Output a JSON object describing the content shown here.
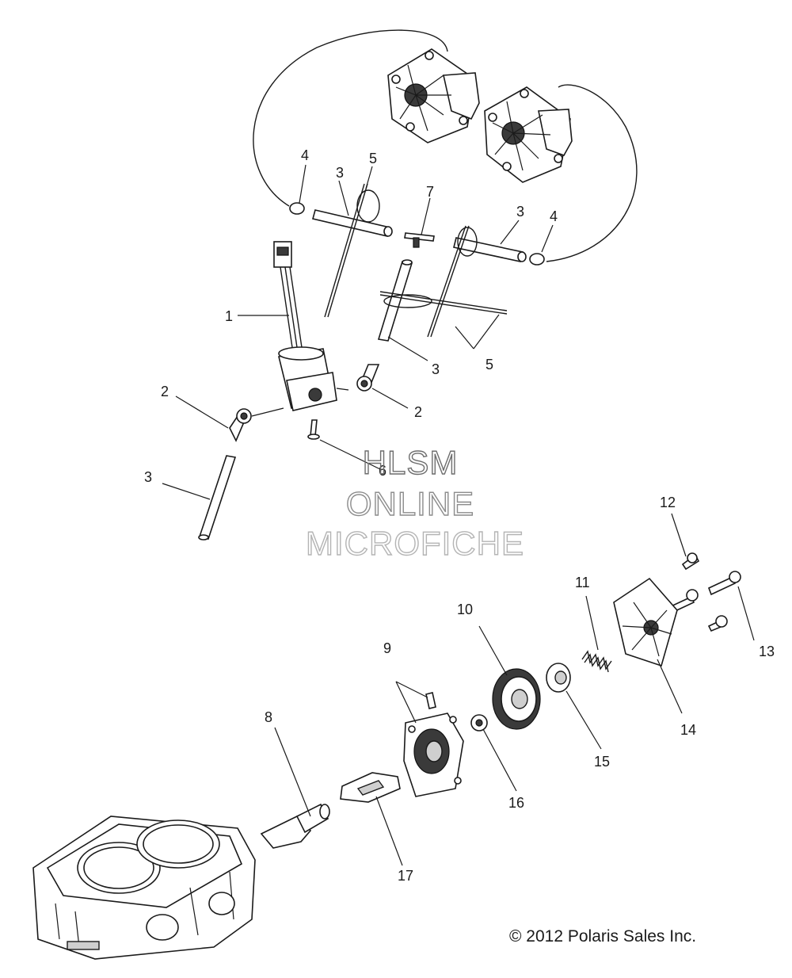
{
  "callouts": {
    "c1": "1",
    "c2a": "2",
    "c2b": "2",
    "c3a": "3",
    "c3b": "3",
    "c3c": "3",
    "c3d": "3",
    "c4a": "4",
    "c4b": "4",
    "c5a": "5",
    "c5b": "5",
    "c6": "6",
    "c7": "7",
    "c8": "8",
    "c9": "9",
    "c10": "10",
    "c11": "11",
    "c12": "12",
    "c13": "13",
    "c14": "14",
    "c15": "15",
    "c16": "16",
    "c17": "17"
  },
  "watermark": {
    "line1": "HLSM",
    "line2": "ONLINE",
    "line3": "MICROFICHE"
  },
  "copyright": "© 2012 Polaris Sales Inc."
}
